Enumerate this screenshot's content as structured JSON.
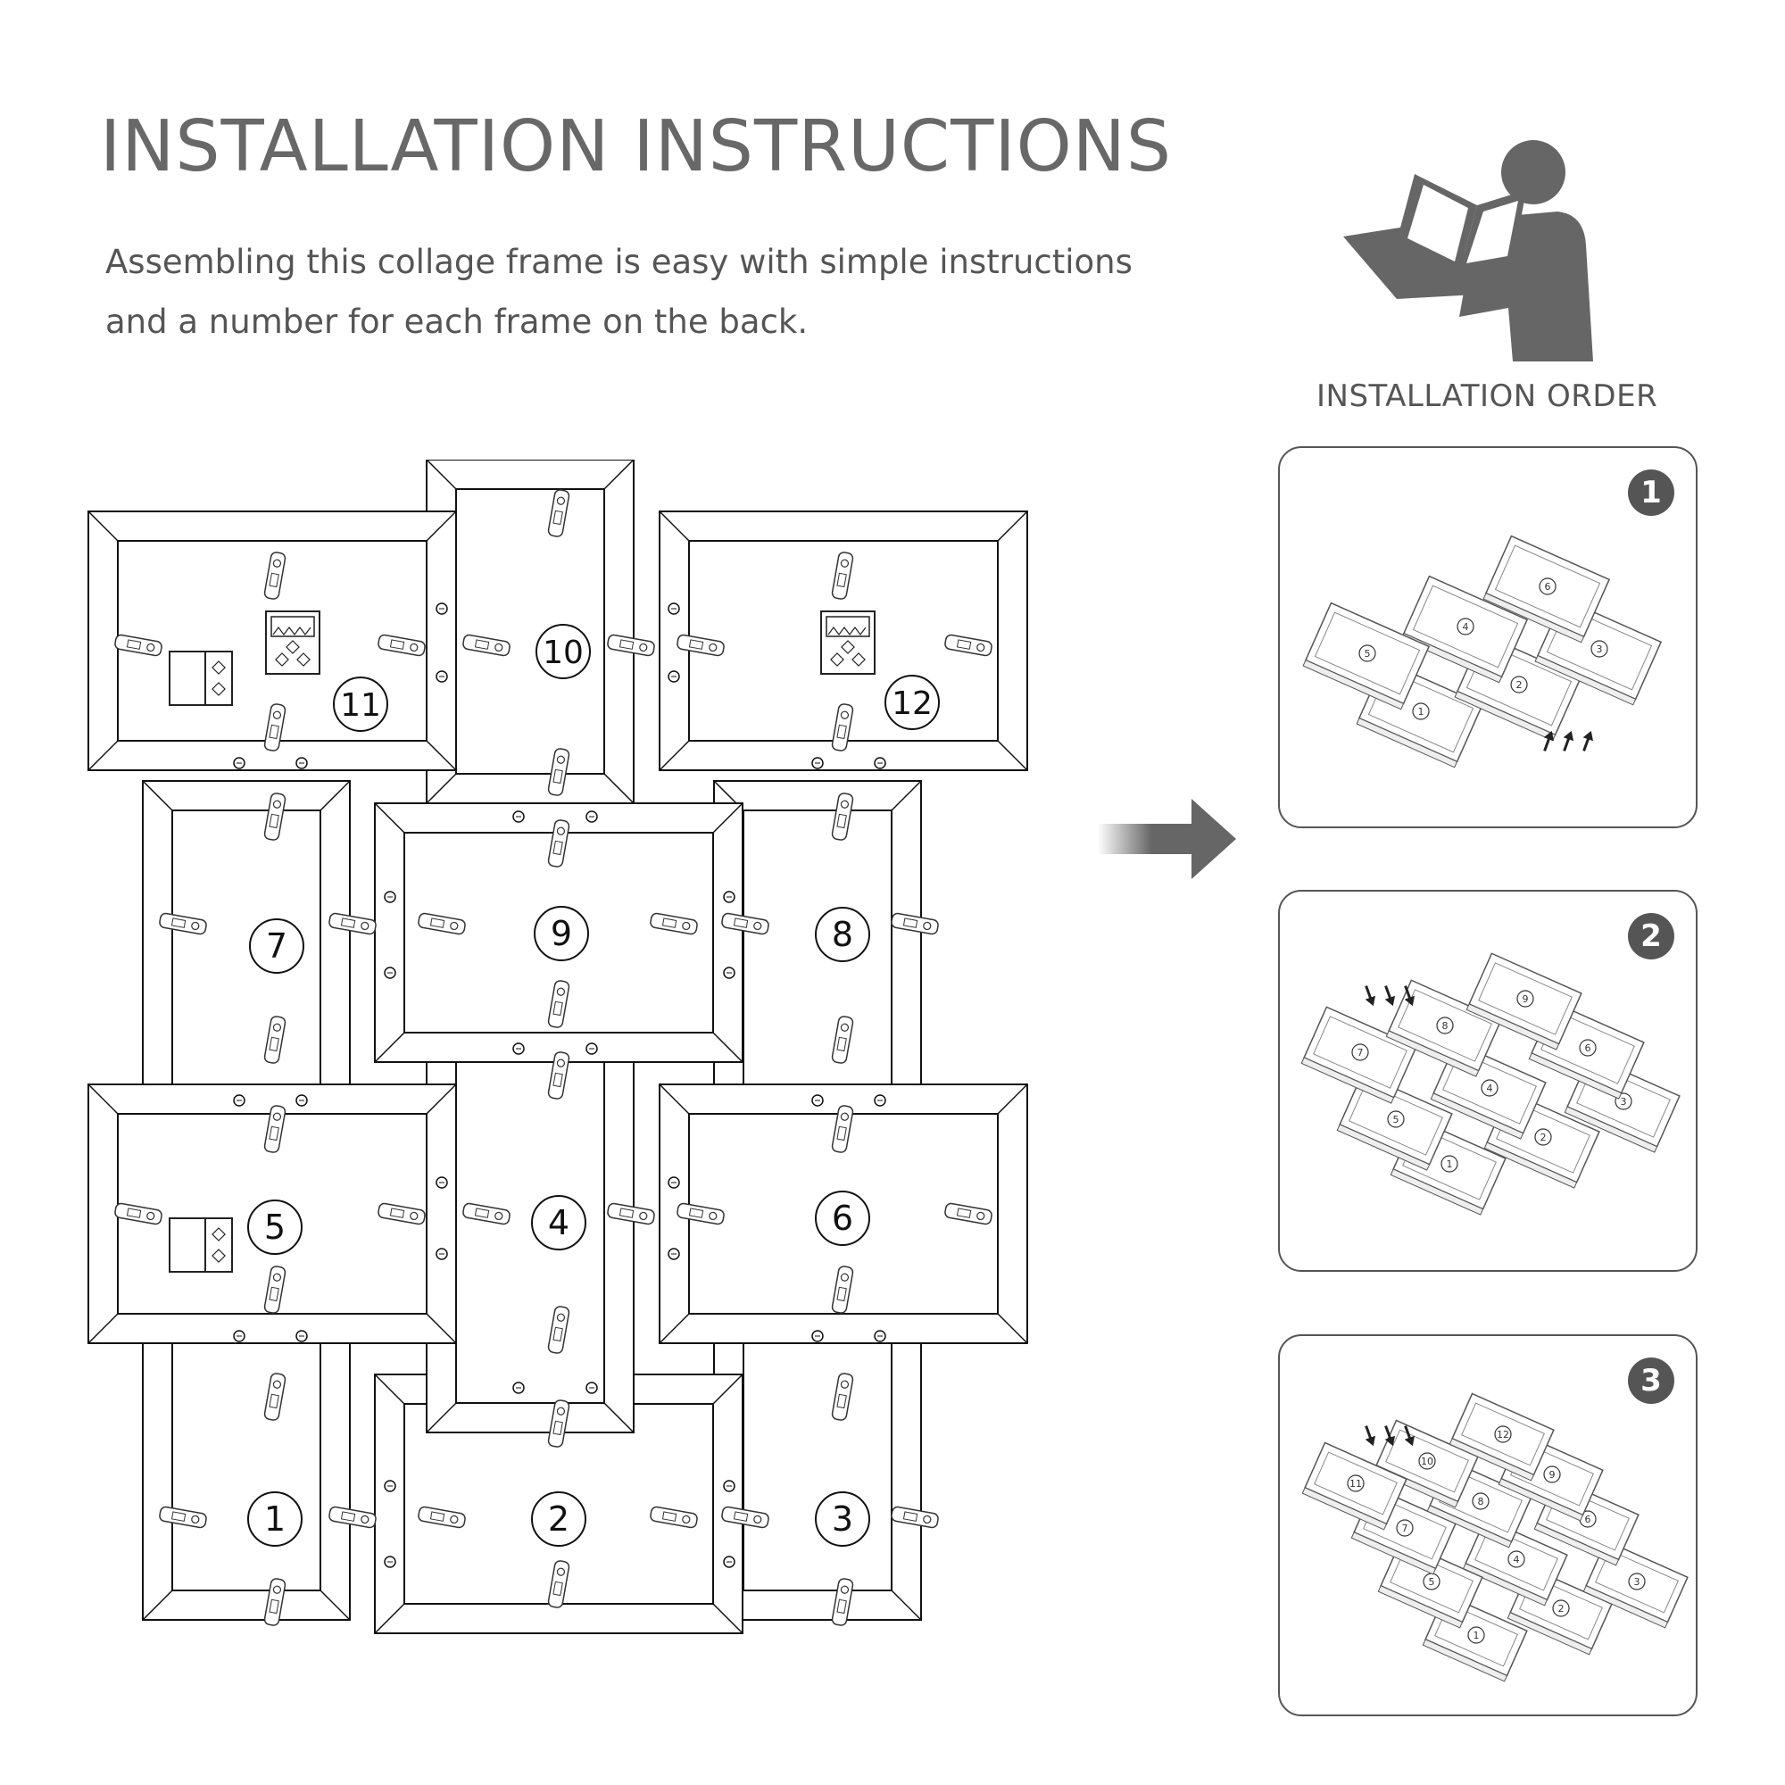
{
  "title": "INSTALLATION INSTRUCTIONS",
  "subtitle_line1": "Assembling this collage frame is easy with simple instructions",
  "subtitle_line2": "and a number for each frame on the back.",
  "installation_order_label": "INSTALLATION ORDER",
  "reader_icon": "person-reading-manual-icon",
  "arrow_icon": "right-arrow-icon",
  "colors": {
    "text": "#5a5a5a",
    "line": "#222222",
    "badge": "#555555"
  },
  "frames": {
    "f1": "1",
    "f2": "2",
    "f3": "3",
    "f4": "4",
    "f5": "5",
    "f6": "6",
    "f7": "7",
    "f8": "8",
    "f9": "9",
    "f10": "10",
    "f11": "11",
    "f12": "12"
  },
  "steps": [
    {
      "number": "1",
      "frames": [
        "1",
        "2",
        "3",
        "4",
        "5",
        "6"
      ]
    },
    {
      "number": "2",
      "frames": [
        "1",
        "2",
        "3",
        "4",
        "5",
        "6",
        "7",
        "8",
        "9"
      ]
    },
    {
      "number": "3",
      "frames": [
        "1",
        "2",
        "3",
        "4",
        "5",
        "6",
        "7",
        "8",
        "9",
        "10",
        "11",
        "12"
      ]
    }
  ]
}
